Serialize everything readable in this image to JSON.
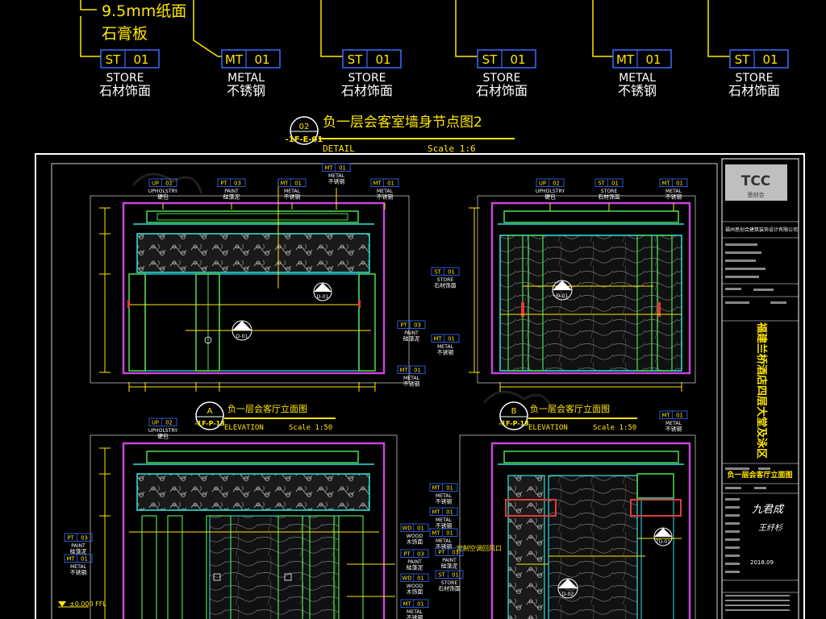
{
  "top_callouts": {
    "note_line1": "9.5mm纸面",
    "note_line2": "石膏板",
    "items": [
      {
        "code": "ST",
        "num": "01",
        "en": "STORE",
        "cn": "石材饰面"
      },
      {
        "code": "MT",
        "num": "01",
        "en": "METAL",
        "cn": "不锈钢"
      },
      {
        "code": "ST",
        "num": "01",
        "en": "STORE",
        "cn": "石材饰面"
      },
      {
        "code": "ST",
        "num": "01",
        "en": "STORE",
        "cn": "石材饰面"
      },
      {
        "code": "MT",
        "num": "01",
        "en": "METAL",
        "cn": "不锈钢"
      },
      {
        "code": "ST",
        "num": "01",
        "en": "STORE",
        "cn": "石材饰面"
      }
    ]
  },
  "detail_title": {
    "num": "02",
    "ref": "-1F-E-01",
    "title": "负一层会客室墙身节点图2",
    "sub_left": "DETAIL",
    "sub_right": "Scale 1:6"
  },
  "elevation_a": {
    "letter": "A",
    "ref": "-1F-P-13",
    "title": "负一层会客厅立面图",
    "sub_left": "ELEVATION",
    "sub_right": "Scale 1:50",
    "marker": "D-01",
    "callouts_top": [
      {
        "code": "UP",
        "num": "02",
        "en": "UPHOLSTRY",
        "cn": "硬包"
      },
      {
        "code": "PT",
        "num": "03",
        "en": "PAINT",
        "cn": "硅藻泥"
      },
      {
        "code": "MT",
        "num": "01",
        "en": "METAL",
        "cn": "不锈钢"
      },
      {
        "code": "MT",
        "num": "01",
        "en": "METAL",
        "cn": "不锈钢"
      },
      {
        "code": "MT",
        "num": "01",
        "en": "METAL",
        "cn": "不锈钢"
      }
    ],
    "callouts_right": [
      {
        "code": "PT",
        "num": "03",
        "en": "PAINT",
        "cn": "硅藻泥"
      },
      {
        "code": "MT",
        "num": "01",
        "en": "METAL",
        "cn": "不锈钢"
      }
    ]
  },
  "elevation_b": {
    "letter": "B",
    "ref": "-1F-P-13",
    "title": "负一层会客厅立面图",
    "sub_left": "ELEVATION",
    "sub_right": "Scale 1:50",
    "marker": "D-01",
    "callouts_top": [
      {
        "code": "UP",
        "num": "02",
        "en": "UPHOLSTRY",
        "cn": "硬包"
      },
      {
        "code": "ST",
        "num": "01",
        "en": "STORE",
        "cn": "石材饰面"
      },
      {
        "code": "MT",
        "num": "01",
        "en": "METAL",
        "cn": "不锈钢"
      }
    ],
    "callouts_left": [
      {
        "code": "ST",
        "num": "01",
        "en": "STORE",
        "cn": "石材饰面"
      },
      {
        "code": "MT",
        "num": "01",
        "en": "METAL",
        "cn": "不锈钢"
      }
    ]
  },
  "elevation_c": {
    "callouts_top": [
      {
        "code": "UP",
        "num": "02",
        "en": "UPHOLSTRY",
        "cn": "硬包"
      }
    ],
    "callouts_left": [
      {
        "code": "PT",
        "num": "03",
        "en": "PAINT",
        "cn": "硅藻泥"
      },
      {
        "code": "MT",
        "num": "01",
        "en": "METAL",
        "cn": "不锈钢"
      }
    ],
    "callouts_right": [
      {
        "code": "WD",
        "num": "01",
        "en": "WOOD",
        "cn": "木饰面"
      },
      {
        "code": "PT",
        "num": "03",
        "en": "PAINT",
        "cn": "硅藻泥"
      },
      {
        "code": "WD",
        "num": "01",
        "en": "WOOD",
        "cn": "木饰面"
      },
      {
        "code": "MT",
        "num": "01",
        "en": "METAL",
        "cn": "不锈钢"
      }
    ],
    "level_mark": "±0.000 FFL"
  },
  "elevation_d": {
    "marker": "D-02",
    "marker2": "TD-01",
    "callouts_left": [
      {
        "code": "MT",
        "num": "01",
        "en": "METAL",
        "cn": "不锈钢"
      },
      {
        "code": "MT",
        "num": "01",
        "en": "METAL",
        "cn": "不锈钢"
      },
      {
        "code": "MT",
        "num": "01",
        "en": "METAL",
        "cn": "不锈钢"
      },
      {
        "code": "PT",
        "num": "03",
        "en": "PAINT",
        "cn": "硅藻泥"
      },
      {
        "code": "ST",
        "num": "01",
        "en": "STORE",
        "cn": "石材饰面"
      }
    ],
    "note": "定制空调回风口",
    "callouts_right": [
      {
        "code": "MT",
        "num": "01",
        "en": "METAL",
        "cn": "不锈钢"
      }
    ]
  },
  "title_block": {
    "logo": "TCC",
    "logo_sub": "思创合",
    "company": "福州思创合建筑装饰设计有限公司",
    "project_vertical": "福建兰桥酒店四层大堂及泳区",
    "drawing_title": "负一层会客厅立面图",
    "date": "2018.09"
  },
  "colors": {
    "yellow": "#ffe600",
    "cyan": "#2fe6e6",
    "magenta": "#c844d8",
    "green": "#4ee04e",
    "blue": "#3a6cff",
    "white": "#ffffff"
  }
}
